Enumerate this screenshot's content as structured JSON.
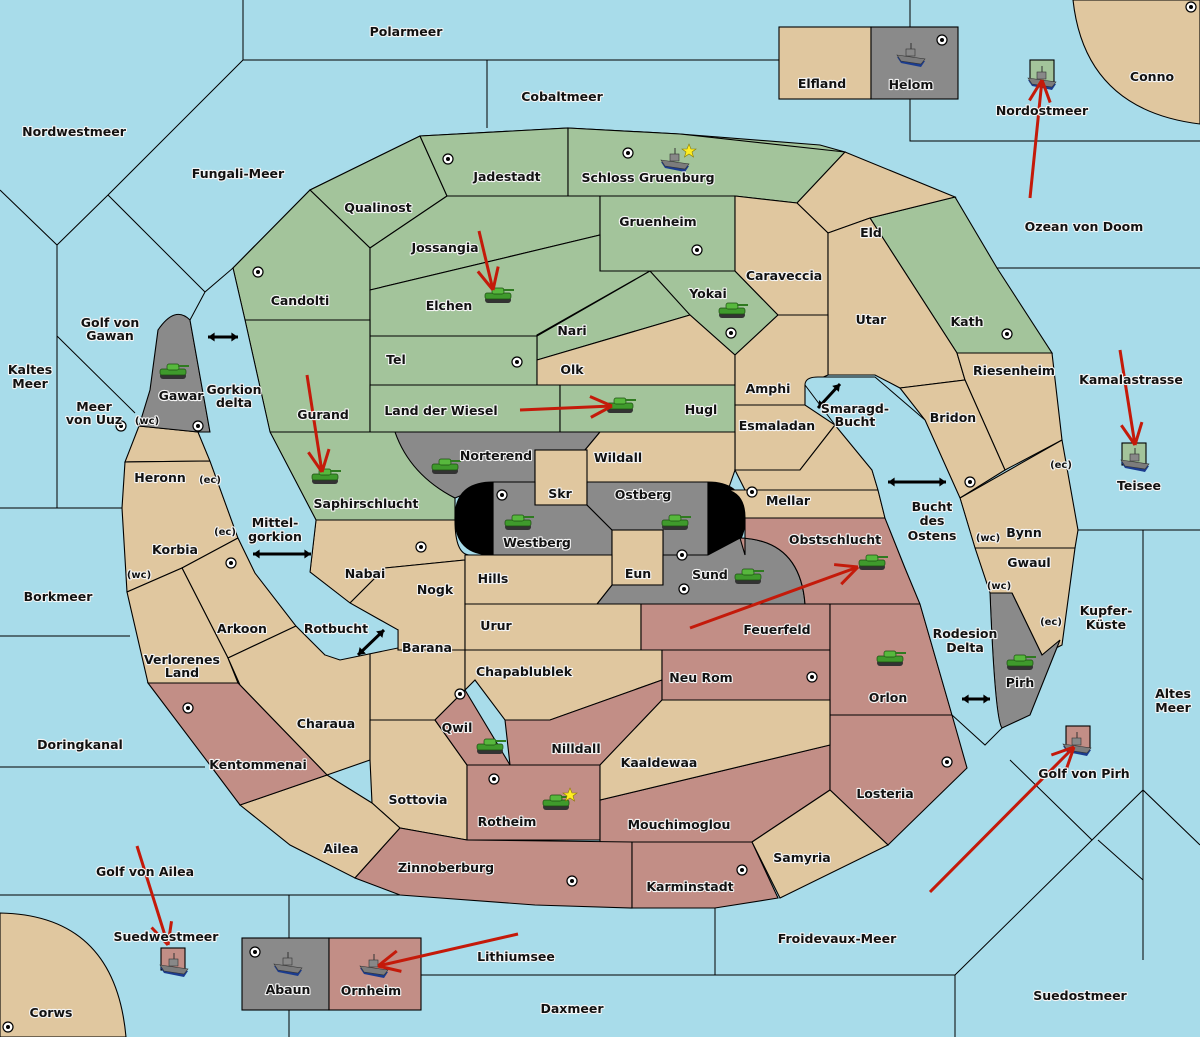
{
  "title": "Diplomacy map",
  "colors": {
    "sea": "#a8dcea",
    "neutral_land": "#e0c79f",
    "green_power": "#a3c49b",
    "red_power": "#c28e86",
    "grey_power": "#8a8a8a",
    "impassable": "#000000",
    "order_arrow": "#c41a0a",
    "tank_unit": "#3f9a2c",
    "star": "#ffee22"
  },
  "labels": {
    "Polarmeer": "Polarmeer",
    "Cobaltmeer": "Cobaltmeer",
    "Nordwestmeer": "Nordwestmeer",
    "FungaliMeer": "Fungali-Meer",
    "Elfland": "Elfland",
    "Helom": "Helom",
    "Conno": "Conno",
    "Nordostmeer": "Nordostmeer",
    "OzeanvonDoom": "Ozean von Doom",
    "Jadestadt": "Jadestadt",
    "SchlossGruenburg": "Schloss Gruenburg",
    "Qualinost": "Qualinost",
    "Gruenheim": "Gruenheim",
    "Jossangia": "Jossangia",
    "Elchen": "Elchen",
    "Candolti": "Candolti",
    "Eld": "Eld",
    "Caraveccia": "Caraveccia",
    "Yokai": "Yokai",
    "Nari": "Nari",
    "Utar": "Utar",
    "Kath": "Kath",
    "Tel": "Tel",
    "Olk": "Olk",
    "Amphi": "Amphi",
    "Riesenheim": "Riesenheim",
    "GolfvonGawan1": "Golf von",
    "GolfvonGawan2": "Gawan",
    "KaltesMeer1": "Kaltes",
    "KaltesMeer2": "Meer",
    "MeervonUuz1": "Meer",
    "MeervonUuz2": "von Uuz",
    "Gawar": "Gawar",
    "GorkionDelta1": "Gorkion",
    "GorkionDelta2": "delta",
    "Gurand": "Gurand",
    "LandderWiesel": "Land der Wiesel",
    "Hugl": "Hugl",
    "Smaragd1": "Smaragd-",
    "Smaragd2": "Bucht",
    "Esmaladan": "Esmaladan",
    "Bridon": "Bridon",
    "Kamalastrasse": "Kamalastrasse",
    "Teisee": "Teisee",
    "Norterend": "Norterend",
    "Wildall": "Wildall",
    "Skr": "Skr",
    "Ostberg": "Ostberg",
    "Mellar": "Mellar",
    "Westberg": "Westberg",
    "Saphirschlucht": "Saphirschlucht",
    "Heronn": "Heronn",
    "Mittel1": "Mittel-",
    "Mittel2": "gorkion",
    "Korbia": "Korbia",
    "Nabai": "Nabai",
    "Hills": "Hills",
    "Eun": "Eun",
    "Sund": "Sund",
    "Obstschlucht": "Obstschlucht",
    "Bucht1": "Bucht",
    "Bucht2": "des",
    "Bucht3": "Ostens",
    "Bynn": "Bynn",
    "Gwaul": "Gwaul",
    "Borkmeer": "Borkmeer",
    "Nogk": "Nogk",
    "Arkoon": "Arkoon",
    "Rotbucht": "Rotbucht",
    "Urur": "Urur",
    "Feuerfeld": "Feuerfeld",
    "Rodesion1": "Rodesion",
    "Rodesion2": "Delta",
    "Kupfer1": "Kupfer-",
    "Kupfer2": "Küste",
    "Verlorenes1": "Verlorenes",
    "Verlorenes2": "Land",
    "Barana": "Barana",
    "Chapablublek": "Chapablublek",
    "NeuRom": "Neu Rom",
    "Orlon": "Orlon",
    "Pirh": "Pirh",
    "AltesMeer1": "Altes",
    "AltesMeer2": "Meer",
    "Doringkanal": "Doringkanal",
    "Charaua": "Charaua",
    "Qwil": "Qwil",
    "Nilldall": "Nilldall",
    "Kentommenai": "Kentommenai",
    "Kaaldewaa": "Kaaldewaa",
    "GolfvonPirh": "Golf von Pirh",
    "Sottovia": "Sottovia",
    "Rotheim": "Rotheim",
    "Mouchimoglou": "Mouchimoglou",
    "Losteria": "Losteria",
    "Ailea": "Ailea",
    "Samyria": "Samyria",
    "GolfvonAilea": "Golf von Ailea",
    "Zinnoberburg": "Zinnoberburg",
    "Karminstadt": "Karminstadt",
    "Suedwestmeer": "Suedwestmeer",
    "FroidevauxMeer": "Froidevaux-Meer",
    "Lithiumsee": "Lithiumsee",
    "Abaun": "Abaun",
    "Ornheim": "Ornheim",
    "Suedostmeer": "Suedostmeer",
    "Daxmeer": "Daxmeer",
    "Corws": "Corws"
  },
  "coast_labels": {
    "wc": "(wc)",
    "ec": "(ec)"
  },
  "units": [
    {
      "type": "fleet",
      "province": "Schloss Gruenburg",
      "owner": "green",
      "star": true
    },
    {
      "type": "fleet",
      "province": "Helom",
      "owner": "grey"
    },
    {
      "type": "fleet",
      "province": "Nordostmeer",
      "owner": "green"
    },
    {
      "type": "army",
      "province": "Elchen",
      "owner": "green"
    },
    {
      "type": "army",
      "province": "Yokai",
      "owner": "green"
    },
    {
      "type": "army",
      "province": "Gawar",
      "owner": "green"
    },
    {
      "type": "army",
      "province": "Hugl",
      "owner": "green"
    },
    {
      "type": "army",
      "province": "Saphirschlucht",
      "owner": "green"
    },
    {
      "type": "army",
      "province": "Norterend",
      "owner": "grey"
    },
    {
      "type": "army",
      "province": "Westberg",
      "owner": "grey"
    },
    {
      "type": "army",
      "province": "Ostberg",
      "owner": "grey"
    },
    {
      "type": "army",
      "province": "Sund",
      "owner": "grey"
    },
    {
      "type": "army",
      "province": "Obstschlucht",
      "owner": "red"
    },
    {
      "type": "army",
      "province": "Orlon",
      "owner": "red"
    },
    {
      "type": "army",
      "province": "Pirh",
      "owner": "grey"
    },
    {
      "type": "fleet",
      "province": "Teisee",
      "owner": "green"
    },
    {
      "type": "army",
      "province": "Qwil",
      "owner": "red"
    },
    {
      "type": "army",
      "province": "Rotheim",
      "owner": "red",
      "star": true
    },
    {
      "type": "fleet",
      "province": "Golf von Pirh",
      "owner": "red"
    },
    {
      "type": "fleet",
      "province": "Suedwestmeer",
      "owner": "red"
    },
    {
      "type": "fleet",
      "province": "Abaun",
      "owner": "grey"
    },
    {
      "type": "fleet",
      "province": "Ornheim",
      "owner": "red"
    }
  ],
  "orders": [
    {
      "from": "Ozean von Doom",
      "to": "Nordostmeer"
    },
    {
      "from": "Jossangia",
      "to": "Elchen"
    },
    {
      "from": "Gurand",
      "to": "Saphirschlucht"
    },
    {
      "from": "Land der Wiesel",
      "to": "Hugl"
    },
    {
      "from": "Feuerfeld",
      "to": "Obstschlucht"
    },
    {
      "from": "Kamalastrasse",
      "to": "Teisee"
    },
    {
      "from": "Froidevaux-Meer",
      "to": "Golf von Pirh"
    },
    {
      "from": "Golf von Ailea",
      "to": "Suedwestmeer"
    },
    {
      "from": "Lithiumsee",
      "to": "Ornheim"
    }
  ]
}
